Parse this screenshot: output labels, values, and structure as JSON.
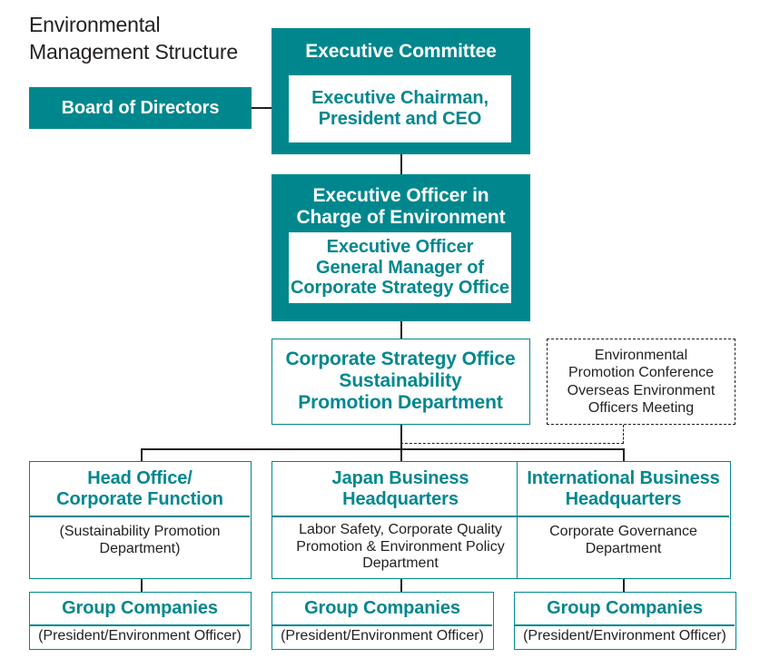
{
  "diagram": {
    "title_line1": "Environmental",
    "title_line2": "Management Structure",
    "accent_color": "#00878E",
    "text_color": "#231f20"
  },
  "board": {
    "label": "Board of Directors"
  },
  "executive_committee": {
    "header": "Executive Committee",
    "inner_line1": "Executive Chairman,",
    "inner_line2": "President and CEO"
  },
  "executive_officer": {
    "header_line1": "Executive Officer in",
    "header_line2": "Charge of Environment",
    "inner_line1": "Executive Officer",
    "inner_line2": "General Manager of",
    "inner_line3": "Corporate Strategy Office"
  },
  "corporate_strategy": {
    "line1": "Corporate Strategy Office",
    "line2": "Sustainability",
    "line3": "Promotion Department"
  },
  "conference": {
    "line1": "Environmental",
    "line2": "Promotion Conference",
    "line3": "Overseas Environment",
    "line4": "Officers Meeting"
  },
  "columns": [
    {
      "head_line1": "Head Office/",
      "head_line2": "Corporate Function",
      "body_line1": "(Sustainability Promotion",
      "body_line2": "Department)",
      "group_head": "Group Companies",
      "group_body": "(President/Environment Officer)"
    },
    {
      "head_line1": "Japan Business",
      "head_line2": "Headquarters",
      "body_line1": "Labor Safety, Corporate Quality",
      "body_line2": "Promotion & Environment Policy",
      "body_line3": "Department",
      "group_head": "Group Companies",
      "group_body": "(President/Environment Officer)"
    },
    {
      "head_line1": "International Business",
      "head_line2": "Headquarters",
      "body_line1": "Corporate Governance",
      "body_line2": "Department",
      "group_head": "Group Companies",
      "group_body": "(President/Environment Officer)"
    }
  ]
}
